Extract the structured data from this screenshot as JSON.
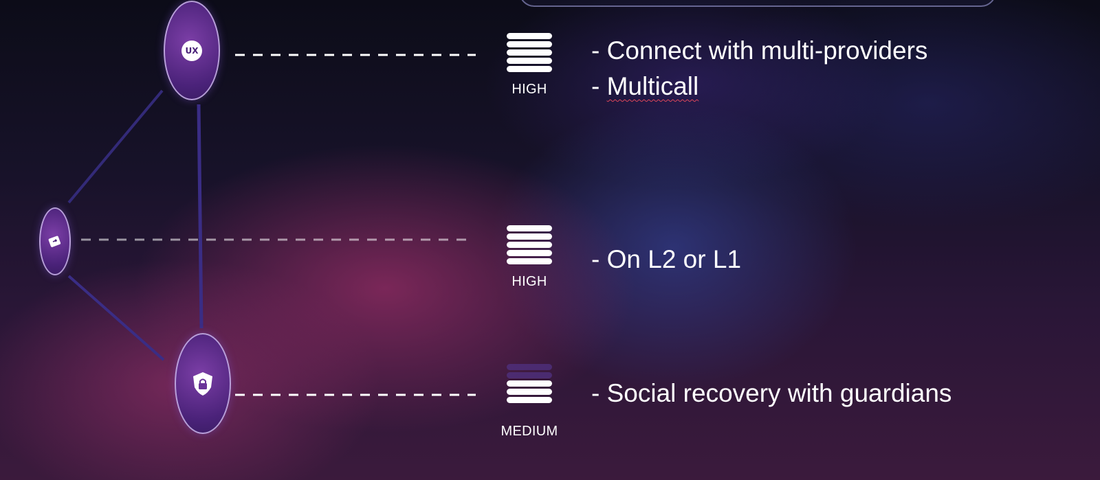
{
  "diagram": {
    "nodes": [
      {
        "id": "ux",
        "icon": "ux-icon",
        "badge_text": "UX"
      },
      {
        "id": "wallet",
        "icon": "wallet-transfer-icon"
      },
      {
        "id": "security",
        "icon": "shield-lock-icon"
      }
    ],
    "rows": [
      {
        "level_label": "HIGH",
        "level_value": 5,
        "level_max": 5,
        "features": [
          {
            "prefix": "- ",
            "text": "Connect with multi-providers"
          },
          {
            "prefix": "- ",
            "text": "Multicall"
          }
        ]
      },
      {
        "level_label": "HIGH",
        "level_value": 5,
        "level_max": 5,
        "features": [
          {
            "prefix": "- ",
            "text": "On L2 or L1"
          }
        ]
      },
      {
        "level_label": "MEDIUM",
        "level_value": 3,
        "level_max": 5,
        "features": [
          {
            "prefix": "- ",
            "text": "Social recovery with guardians"
          }
        ]
      }
    ],
    "colors": {
      "node_fill": "#4a2279",
      "link_color": "#3a2d7a",
      "bar_on": "#ffffff",
      "bar_off": "#503282",
      "spellcheck_underline": "#e0465a"
    }
  }
}
